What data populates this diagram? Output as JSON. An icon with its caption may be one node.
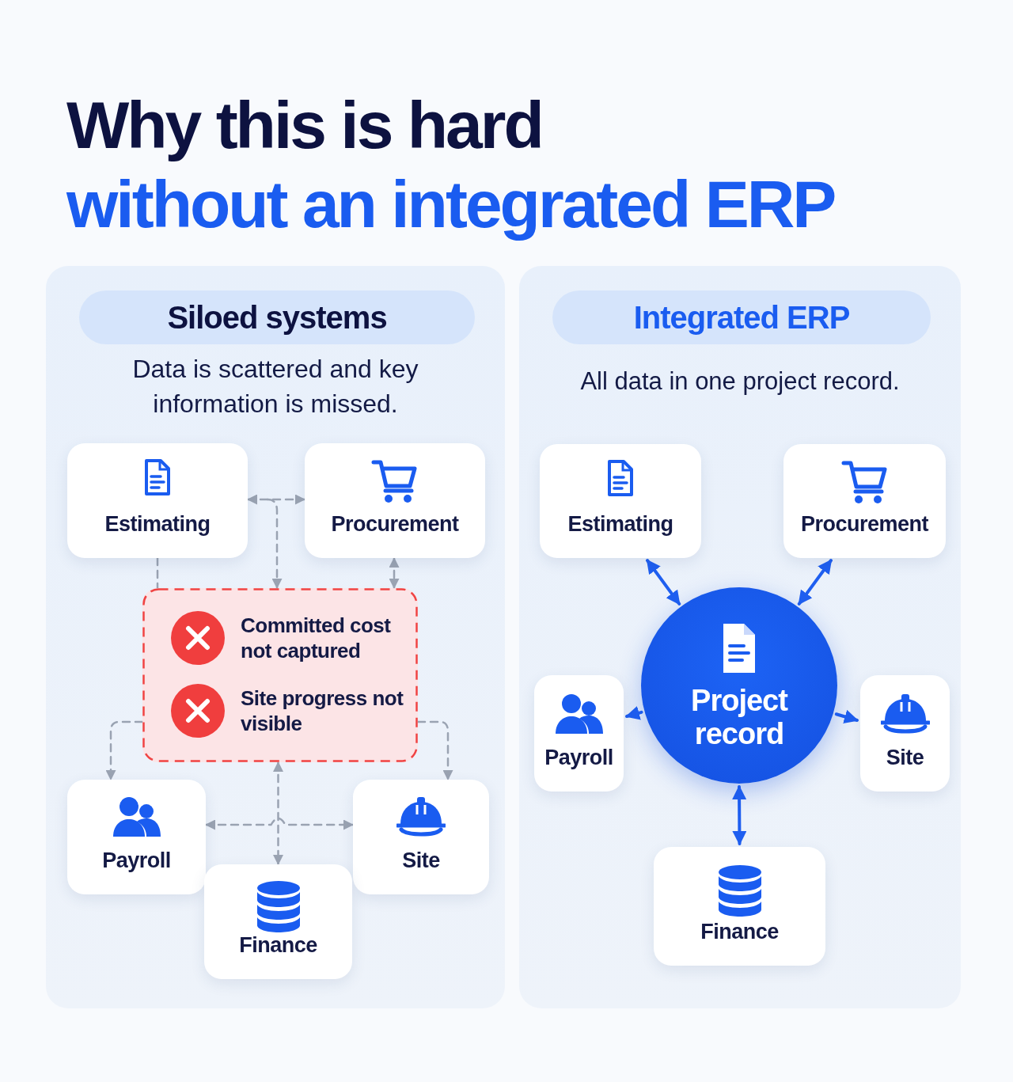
{
  "diagram": {
    "title": "Why this is hard *without an integrated ERP*",
    "nodes": [
      {
        "text": [
          "Siloed systems",
          "Data is scattered and key information is missed."
        ]
      },
      {
        "text": [
          "Estimating"
        ],
        "in": 0
      },
      {
        "text": [
          "Procurement"
        ],
        "in": 0
      },
      {
        "text": [
          "Committed cost not captured",
          "Site progress not visible"
        ],
        "in": 0
      },
      {
        "text": [
          "Payroll"
        ],
        "in": 0
      },
      {
        "text": [
          "Site"
        ],
        "in": 0
      },
      {
        "text": [
          "Finance"
        ],
        "in": 0
      },
      {
        "text": [
          "Integrated ERP",
          "All data in one project record."
        ]
      },
      {
        "text": [
          "Estimating"
        ],
        "in": 7
      },
      {
        "text": [
          "Procurement"
        ],
        "in": 7
      },
      {
        "text": [
          "Project record"
        ],
        "in": 7
      },
      {
        "text": [
          "Payroll"
        ],
        "in": 7
      },
      {
        "text": [
          "Site"
        ],
        "in": 7
      },
      {
        "text": [
          "Finance"
        ],
        "in": 7
      }
    ],
    "edges": [
      {
        "from": 1,
        "to": 2,
        "arrow": "both",
        "style": "dashed"
      },
      {
        "from": 1,
        "to": 3,
        "arrow": "to",
        "style": "dashed"
      },
      {
        "from": 2,
        "to": 3,
        "arrow": "both",
        "style": "dashed"
      },
      {
        "from": 1,
        "to": 3,
        "arrow": "none",
        "style": "dashed"
      },
      {
        "from": 3,
        "to": 4,
        "arrow": "to",
        "style": "dashed"
      },
      {
        "from": 3,
        "to": 5,
        "arrow": "to",
        "style": "dashed"
      },
      {
        "from": 3,
        "to": 6,
        "arrow": "both",
        "style": "dashed"
      },
      {
        "from": 4,
        "to": 5,
        "arrow": "both",
        "style": "dashed"
      },
      {
        "from": 10,
        "to": 8,
        "arrow": "both",
        "color": "#1f5ff0"
      },
      {
        "from": 10,
        "to": 9,
        "arrow": "both",
        "color": "#1f5ff0"
      },
      {
        "from": 10,
        "to": 11,
        "arrow": "to",
        "color": "#1f5ff0"
      },
      {
        "from": 10,
        "to": 12,
        "arrow": "to",
        "color": "#1f5ff0"
      },
      {
        "from": 10,
        "to": 13,
        "arrow": "both",
        "color": "#1f5ff0"
      }
    ]
  }
}
